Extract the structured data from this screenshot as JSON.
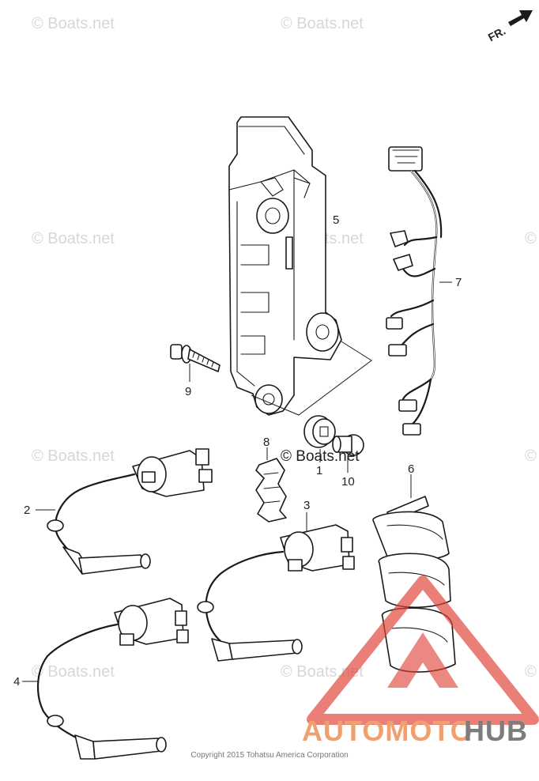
{
  "watermark_text": "© Boats.net",
  "center_watermark": "© Boats.net",
  "direction_label": "FR.",
  "callouts": {
    "c1": "1",
    "c2": "2",
    "c3": "3",
    "c4": "4",
    "c5": "5",
    "c6": "6",
    "c7": "7",
    "c8": "8",
    "c9": "9",
    "c10": "10"
  },
  "copyright": "Copyright 2015 Tohatsu America Corporation",
  "brand": {
    "part1": "AUTOMOTO",
    "part2": "HUB"
  },
  "colors": {
    "line": "#1a1a1a",
    "brand_orange": "#f0a070",
    "brand_gray": "#7d7d7d",
    "logo_red": "#e0443a"
  }
}
